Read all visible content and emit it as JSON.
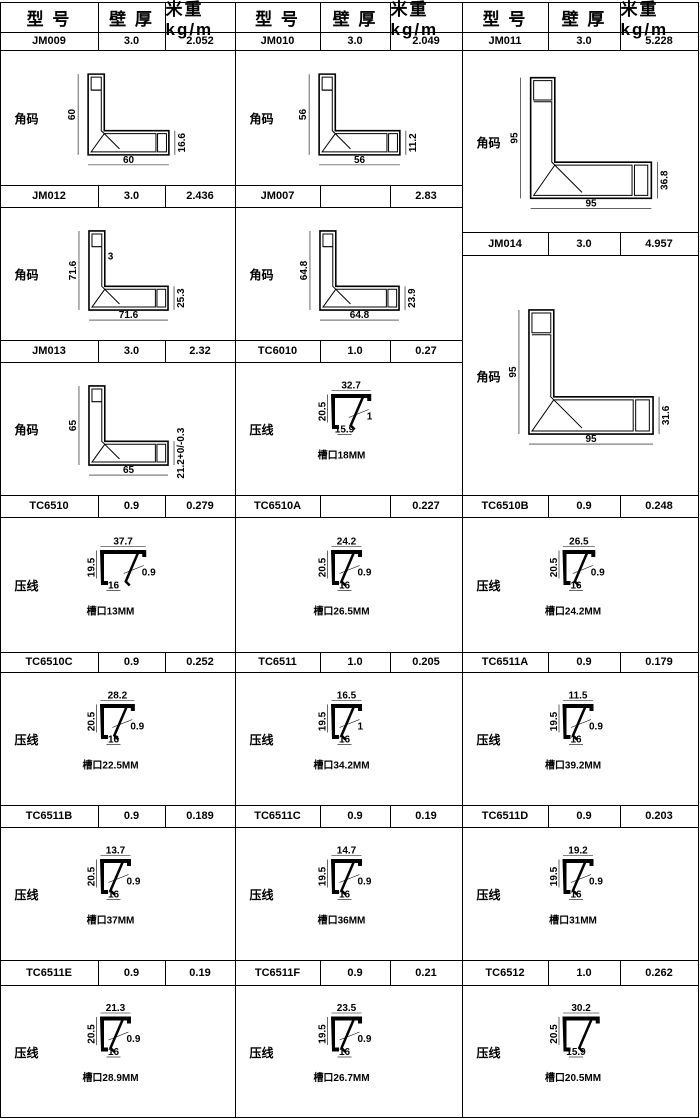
{
  "header": {
    "model": "型 号",
    "wall": "壁 厚",
    "weight": "米重kg/m"
  },
  "label_corner": "角码",
  "label_bead": "压线",
  "items": [
    {
      "code": "JM009",
      "thickness": "3.0",
      "weight": "2.052",
      "kind": "corner",
      "label": true,
      "h": "60",
      "w": "60",
      "r": "16.6"
    },
    {
      "code": "JM010",
      "thickness": "3.0",
      "weight": "2.049",
      "kind": "corner",
      "label": true,
      "h": "56",
      "w": "56",
      "r": "11.2"
    },
    {
      "code": "JM011",
      "thickness": "3.0",
      "weight": "5.228",
      "kind": "corner",
      "label": true,
      "h": "95",
      "w": "95",
      "r": "36.8"
    },
    {
      "code": "JM012",
      "thickness": "3.0",
      "weight": "2.436",
      "kind": "corner",
      "label": true,
      "h": "71.6",
      "w": "71.6",
      "r": "25.3",
      "t": "3"
    },
    {
      "code": "JM007",
      "thickness": "",
      "weight": "2.83",
      "kind": "corner",
      "label": true,
      "h": "64.8",
      "w": "64.8",
      "r": "23.9"
    },
    {
      "code": "JM014",
      "thickness": "3.0",
      "weight": "4.957",
      "kind": "corner",
      "label": true,
      "h": "95",
      "w": "95",
      "r": "31.6"
    },
    {
      "code": "JM013",
      "thickness": "3.0",
      "weight": "2.32",
      "kind": "corner",
      "label": true,
      "h": "65",
      "w": "65",
      "r": "21.2+0/-0.3"
    },
    {
      "code": "TC6010",
      "thickness": "1.0",
      "weight": "0.27",
      "kind": "bead",
      "label": true,
      "w": "32.7",
      "h": "20.5",
      "b": "15.9",
      "t": "1",
      "slot": "槽口18MM"
    },
    {
      "code": "TC6510",
      "thickness": "0.9",
      "weight": "0.279",
      "kind": "bead",
      "label": true,
      "w": "37.7",
      "h": "19.5",
      "b": "16",
      "t": "0.9",
      "slot": "槽口13MM"
    },
    {
      "code": "TC6510A",
      "thickness": "",
      "weight": "0.227",
      "kind": "bead",
      "label": false,
      "w": "24.2",
      "h": "20.5",
      "b": "16",
      "t": "0.9",
      "slot": "槽口26.5MM"
    },
    {
      "code": "TC6510B",
      "thickness": "0.9",
      "weight": "0.248",
      "kind": "bead",
      "label": true,
      "w": "26.5",
      "h": "20.5",
      "b": "16",
      "t": "0.9",
      "slot": "槽口24.2MM"
    },
    {
      "code": "TC6510C",
      "thickness": "0.9",
      "weight": "0.252",
      "kind": "bead",
      "label": true,
      "w": "28.2",
      "h": "20.5",
      "b": "16",
      "t": "0.9",
      "slot": "槽口22.5MM"
    },
    {
      "code": "TC6511",
      "thickness": "1.0",
      "weight": "0.205",
      "kind": "bead",
      "label": true,
      "w": "16.5",
      "h": "19.5",
      "b": "16",
      "t": "1",
      "slot": "槽口34.2MM"
    },
    {
      "code": "TC6511A",
      "thickness": "0.9",
      "weight": "0.179",
      "kind": "bead",
      "label": true,
      "w": "11.5",
      "h": "19.5",
      "b": "16",
      "t": "0.9",
      "slot": "槽口39.2MM"
    },
    {
      "code": "TC6511B",
      "thickness": "0.9",
      "weight": "0.189",
      "kind": "bead",
      "label": true,
      "w": "13.7",
      "h": "20.5",
      "b": "16",
      "t": "0.9",
      "slot": "槽口37MM"
    },
    {
      "code": "TC6511C",
      "thickness": "0.9",
      "weight": "0.19",
      "kind": "bead",
      "label": true,
      "w": "14.7",
      "h": "19.5",
      "b": "16",
      "t": "0.9",
      "slot": "槽口36MM"
    },
    {
      "code": "TC6511D",
      "thickness": "0.9",
      "weight": "0.203",
      "kind": "bead",
      "label": true,
      "w": "19.2",
      "h": "19.5",
      "b": "16",
      "t": "0.9",
      "slot": "槽口31MM"
    },
    {
      "code": "TC6511E",
      "thickness": "0.9",
      "weight": "0.19",
      "kind": "bead",
      "label": true,
      "w": "21.3",
      "h": "20.5",
      "b": "16",
      "t": "0.9",
      "slot": "槽口28.9MM"
    },
    {
      "code": "TC6511F",
      "thickness": "0.9",
      "weight": "0.21",
      "kind": "bead",
      "label": true,
      "w": "23.5",
      "h": "19.5",
      "b": "16",
      "t": "0.9",
      "slot": "槽口26.7MM"
    },
    {
      "code": "TC6512",
      "thickness": "1.0",
      "weight": "0.262",
      "kind": "bead",
      "label": true,
      "w": "30.2",
      "h": "20.5",
      "b": "15.9",
      "t": "",
      "slot": "槽口20.5MM"
    }
  ]
}
